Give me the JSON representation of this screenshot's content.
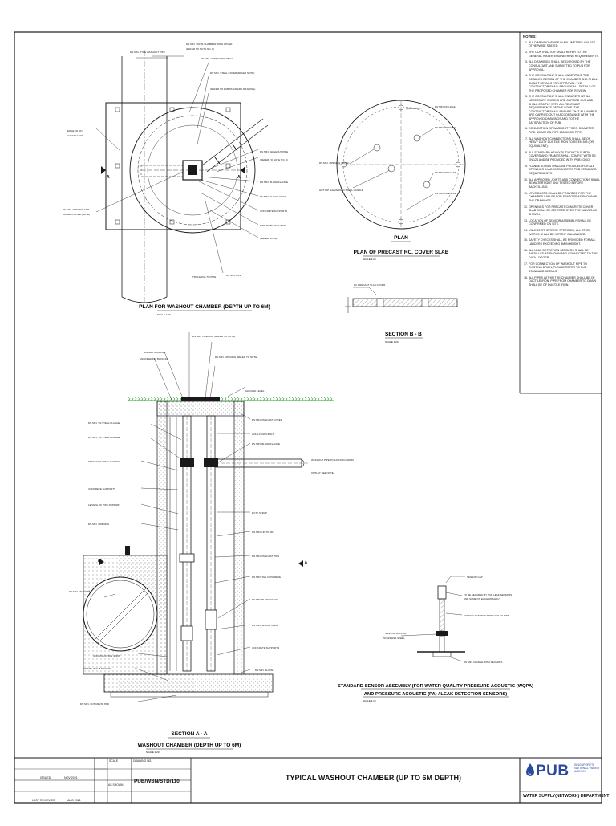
{
  "titles": {
    "plan_washout": "PLAN FOR WASHOUT CHAMBER (DEPTH UP TO 6M)",
    "plan_cover_1": "PLAN",
    "plan_cover_2": "PLAN OF PRECAST RC. COVER SLAB",
    "section_bb": "SECTION B - B",
    "section_aa_1": "SECTION A - A",
    "section_aa_2": "WASHOUT CHAMBER (DEPTH UP TO 6M)",
    "sensor_1": "STANDARD SENSOR ASSEMBLY (FOR WATER QUALITY PRESSURE ACOUSTIC (WQPA)",
    "sensor_2": "AND PRESSURE ACOUSTIC (PA) / LEAK DETECTION SENSORS)",
    "scale_a": "SCALE 1:20",
    "scale_b": "SCALE 1:20",
    "scale_c": "SCALE 1:20",
    "scale_d": "SCALE 1:10"
  },
  "section_markers": {
    "a": "A",
    "b": "B"
  },
  "notes": {
    "heading": "NOTES:",
    "items": [
      "ALL DIMENSIONS ARE IN MILLIMETRES UNLESS OTHERWISE STATED.",
      "THE CONTRACTOR SHALL REFER TO THE GENERAL WATER ENGINEERING REQUIREMENTS.",
      "ALL DRAWINGS SHALL BE CHECKED BY THE CONSULTANT AND SUBMITTED TO PUB FOR APPROVAL.",
      "THE CONSULTANT SHALL UNDERTAKE THE DETAILED DESIGN OF THE CHAMBER AND SHALL SUBMIT DETAILS FOR APPROVAL. THE CONTRACTOR SHALL PROVIDE ALL DETAILS OF THE PROPOSED CHAMBER FOR REVIEW.",
      "THE CONSULTANT SHALL ENSURE THAT ALL NECESSARY CHECKS ARE CARRIED OUT AND SHALL COMPLY WITH ALL RELEVANT REQUIREMENTS OF THE CODE. THE CONTRACTOR SHALL ENSURE THAT ALL WORKS ARE CARRIED OUT IN ACCORDANCE WITH THE APPROVED DRAWINGS AND TO THE SATISFACTION OF PUB.",
      "CONNECTION OF WASHOUT PIPES: DIAMETER PIPE: 100MM DN PIPE 150MM DN PIPE.",
      "ALL WASHOUT CONNECTIONS SHALL BE OF HEAVY DUTY DUCTILE IRON TO SS EN 545 (OR EQUIVALENT).",
      "ALL STANDARD HEAVY DUTY DUCTILE IRON COVERS AND FRAMES SHALL COMPLY WITH SS EN 124 AND BE PROVIDED WITH PUB LOGO.",
      "FLANGE JOINTS SHALL BE PROVIDED FOR ALL OPENINGS IN ACCORDANCE TO PUB STANDARD REQUIREMENTS.",
      "ALL APPROVED JOINTS AND CONNECTIONS SHALL BE WATERTIGHT AND TESTED BEFORE BACKFILLING.",
      "UPVC DUCTS SHALL BE PROVIDED FOR THE CHAMBER CABLES FOR SENSORS AS SHOWN IN THE DRAWINGS.",
      "OPENINGS FOR PRECAST CONCRETE COVER SLAB SHALL BE CENTRED OVER THE VALVES AS SHOWN.",
      "LOCATION OF SENSOR ASSEMBLY SHALL BE CONFIRMED ON SITE.",
      "UNLESS OTHERWISE SPECIFIED, ALL STEEL WORKS SHALL BE HOT DIP GALVANISED.",
      "SAFETY CHECKS SHALL BE PROVIDED FOR ALL LADDERS EXCEEDING 3M IN HEIGHT.",
      "ALL LEAK DETECTION SENSORS SHALL BE INSTALLED AS SHOWN AND CONNECTED TO THE DATA LOGGER.",
      "FOR CONNECTION OF WASHOUT PIPE TO EXISTING DRAIN, PLEASE REFER TO PUB STANDARD DETAILS.",
      "ALL PIPES WITHIN THE CHAMBER SHALL BE OF DUCTILE IRON. PIPE FROM CHAMBER TO DRAIN SHALL BE OF DUCTILE IRON."
    ]
  },
  "title_block": {
    "issued_label": "ISSUED",
    "issued_date": "NOV 2021",
    "last_reviewed_label": "LAST REVIEWED",
    "last_reviewed_date": "AUG 2021",
    "scale_label": "SCALE",
    "scale_value": "AS SHOWN",
    "drawing_no_label": "DRAWING NO.",
    "drawing_no": "PUB/WSN/STD/110",
    "drawing_title": "TYPICAL WASHOUT CHAMBER (UP TO 6M DEPTH)",
    "logo": "PUB",
    "logo_sub": "SINGAPORE'S NATIONAL WATER AGENCY",
    "department": "WATER SUPPLY(NETWORK) DEPARTMENT"
  },
  "colors": {
    "line": "#1a1a1a",
    "grass": "#3aa83a",
    "logo": "#2a4a9a"
  }
}
